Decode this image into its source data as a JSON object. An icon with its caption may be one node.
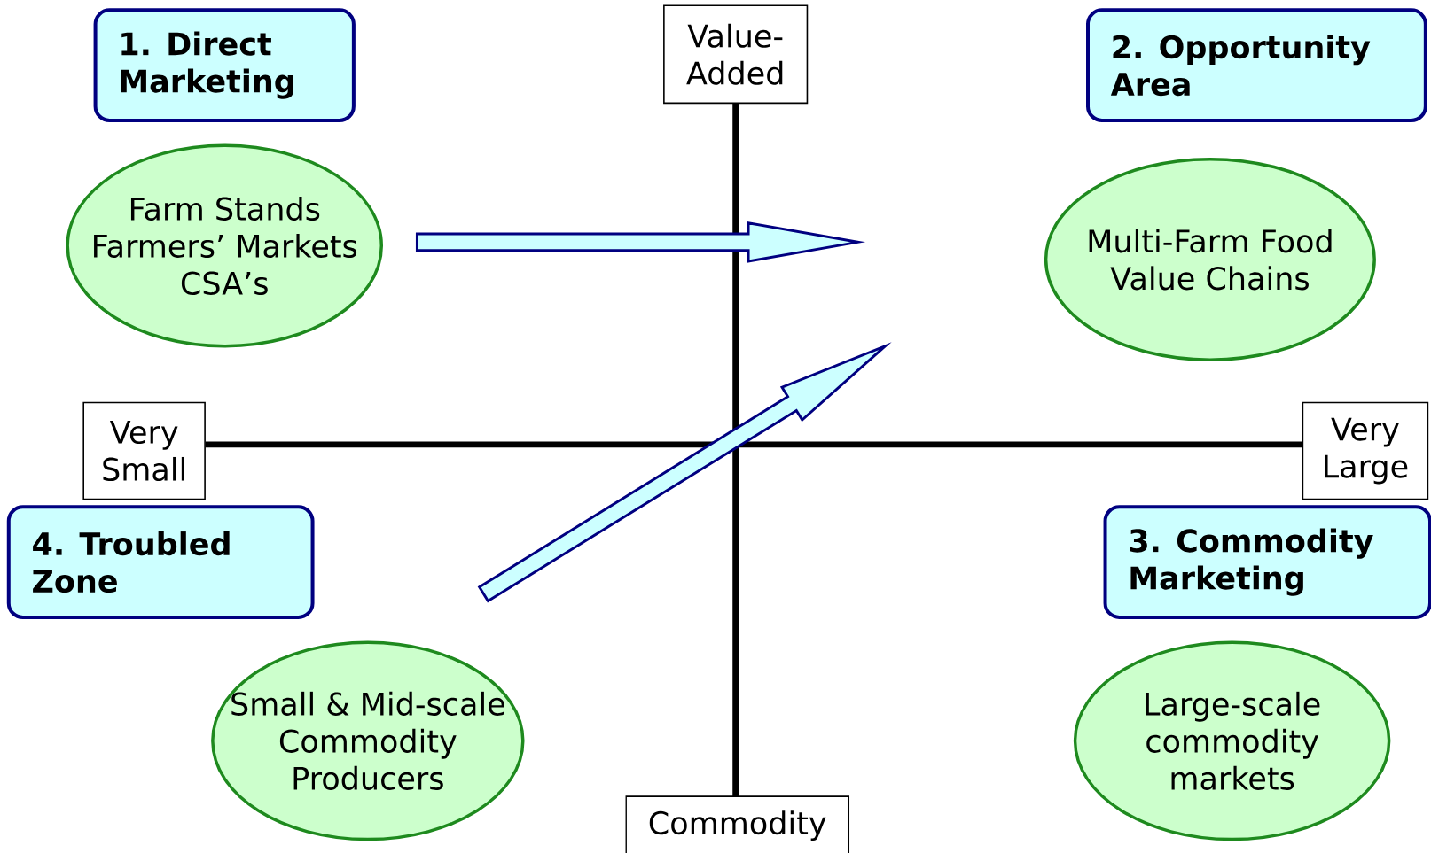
{
  "diagram": {
    "nodes": [
      {
        "text": [
          "1. Direct Marketing"
        ]
      },
      {
        "text": [
          "Value-Added"
        ]
      },
      {
        "text": [
          "2. Opportunity Area"
        ]
      },
      {
        "text": [
          "Farm Stands",
          "Farmers’ Markets",
          "CSA’s"
        ]
      },
      {
        "text": [
          "Multi-Farm Food Value Chains"
        ]
      },
      {
        "text": [
          "Very Small"
        ]
      },
      {
        "text": [
          "Very Large"
        ]
      },
      {
        "text": [
          "4. Troubled Zone"
        ]
      },
      {
        "text": [
          "3. Commodity Marketing"
        ]
      },
      {
        "text": [
          "Small & Mid-scale Commodity Producers"
        ]
      },
      {
        "text": [
          "Large-scale commodity markets"
        ]
      },
      {
        "text": [
          "Commodity"
        ]
      }
    ],
    "edges": [
      {
        "from": 3,
        "to": null,
        "arrow": "to",
        "style": "thick"
      },
      {
        "from": 9,
        "to": null,
        "arrow": "to",
        "style": "thick"
      }
    ]
  }
}
